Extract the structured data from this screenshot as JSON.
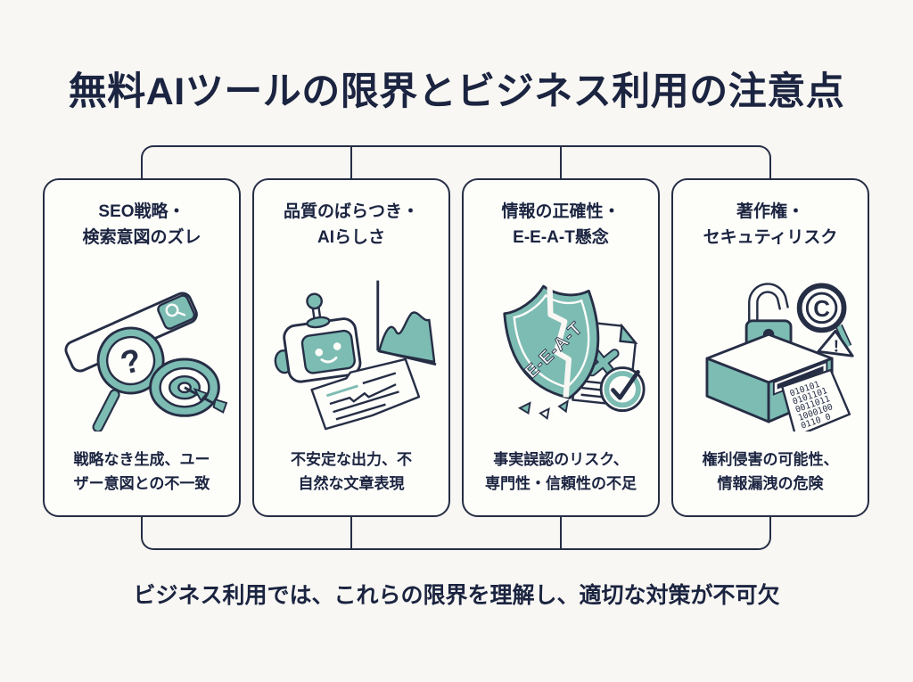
{
  "title": "無料AIツールの限界とビジネス利用の注意点",
  "footer": "ビジネス利用では、これらの限界を理解し、適切な対策が不可欠",
  "colors": {
    "navy_text": "#1b2440",
    "line_navy": "#262e45",
    "accent_teal": "#7cbcb3",
    "background": "#f8f7f3",
    "card_background": "#fdfdfa"
  },
  "cards": [
    {
      "id": "seo",
      "title_lines": [
        "SEO戦略・",
        "検索意図のズレ"
      ],
      "icon": "search-target-icon",
      "desc_lines": [
        "戦略なき生成、ユー",
        "ザー意図との不一致"
      ]
    },
    {
      "id": "quality",
      "title_lines": [
        "品質のばらつき・",
        "AIらしさ"
      ],
      "icon": "robot-chart-icon",
      "desc_lines": [
        "不安定な出力、不",
        "自然な文章表現"
      ]
    },
    {
      "id": "accuracy",
      "title_lines": [
        "情報の正確性・",
        "E-E-A-T懸念"
      ],
      "icon": "broken-shield-icon",
      "desc_lines": [
        "事実誤認のリスク、",
        "専門性・信頼性の不足"
      ]
    },
    {
      "id": "copyright",
      "title_lines": [
        "著作権・",
        "セキュティリスク"
      ],
      "icon": "lock-copyright-icon",
      "desc_lines": [
        "権利侵害の可能性、",
        "情報漏洩の危険"
      ]
    }
  ],
  "icon_labels": {
    "question_mark": "?",
    "shield_label": "E-E-A-T",
    "copyright_c": "C",
    "warning_mark": "!",
    "binary": [
      "010101",
      "0101101",
      "0011011",
      "1000100",
      "0110 0"
    ]
  }
}
